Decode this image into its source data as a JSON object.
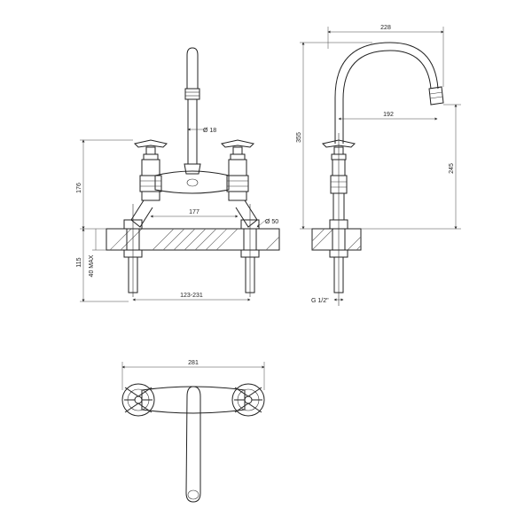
{
  "views": {
    "front": {
      "dims": {
        "height_body": "176",
        "height_below": "115",
        "max_thickness": "40 MAX",
        "diameter_spout": "Ø 18",
        "diameter_base": "Ø 50",
        "center_distance": "177",
        "center_range": "123-231"
      }
    },
    "side": {
      "dims": {
        "width": "228",
        "height_total": "355",
        "reach": "192",
        "spout_height": "245",
        "thread": "G 1/2\""
      }
    },
    "top": {
      "dims": {
        "width": "281"
      }
    }
  },
  "colors": {
    "line": "#222222",
    "background": "#ffffff"
  }
}
